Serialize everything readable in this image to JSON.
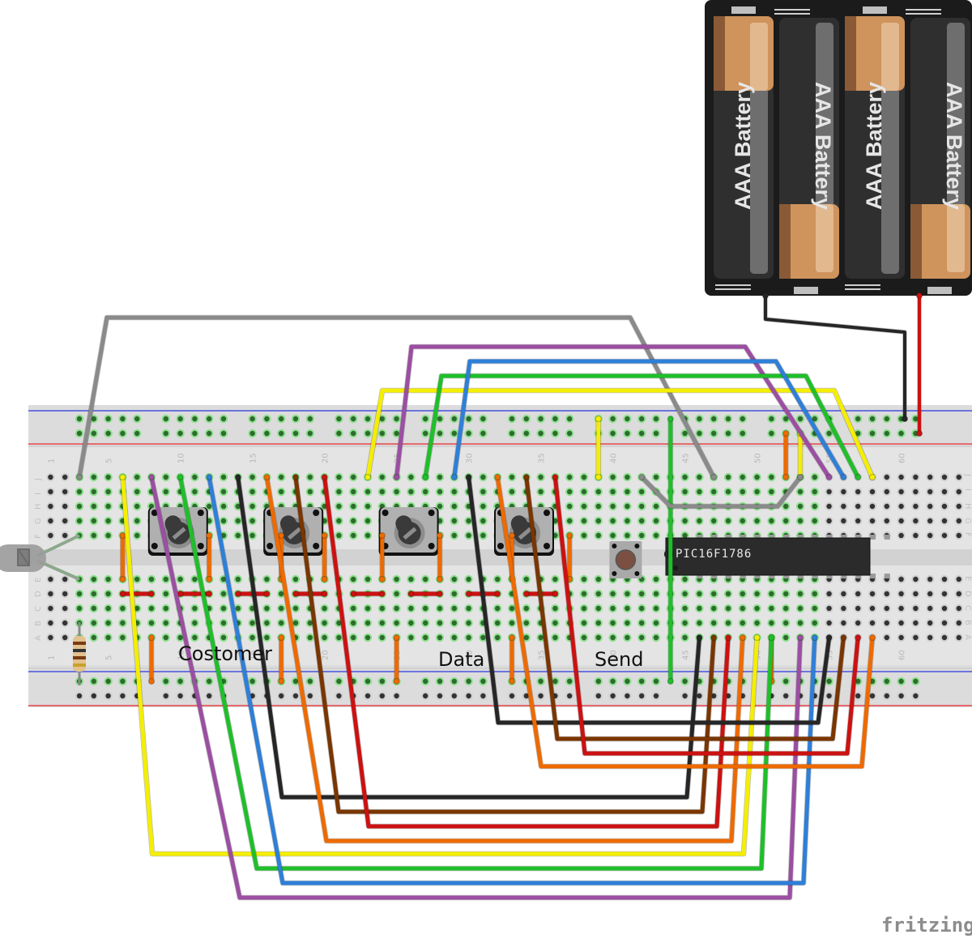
{
  "diagram": {
    "tool_watermark": "fritzing",
    "breadboard": {
      "columns": 64,
      "column_number_labels": [
        "1",
        "5",
        "10",
        "15",
        "20",
        "25",
        "30",
        "35",
        "40",
        "45",
        "50",
        "55",
        "60"
      ],
      "row_labels_top": [
        "J",
        "I",
        "H",
        "G",
        "F"
      ],
      "row_labels_bottom": [
        "E",
        "D",
        "C",
        "B",
        "A"
      ],
      "rail_colors": {
        "positive": "#e8262b",
        "negative": "#2a37e0"
      }
    },
    "labels": [
      {
        "text": "Costomer",
        "near_column": 10
      },
      {
        "text": "Data",
        "near_column": 30
      },
      {
        "text": "Send",
        "near_column": 41
      }
    ],
    "battery_pack": {
      "cells": [
        "AAA Battery",
        "AAA Battery",
        "AAA Battery",
        "AAA Battery"
      ],
      "lead_colors": [
        "#1a1a1a",
        "#cc1111"
      ]
    },
    "microcontroller": {
      "label": "PIC16F1786",
      "pins": 28
    },
    "potentiometers": [
      {
        "name": "pot-1",
        "column": 9
      },
      {
        "name": "pot-2",
        "column": 17
      },
      {
        "name": "pot-3",
        "column": 25
      },
      {
        "name": "pot-4",
        "column": 33
      }
    ],
    "push_button": {
      "name": "send-button",
      "column": 41
    },
    "led": {
      "name": "led",
      "color": "#9a9a9a"
    },
    "resistor": {
      "name": "resistor",
      "bands": [
        "#7a3b12",
        "#333333",
        "#7a3b12",
        "#c9a227"
      ]
    },
    "wire_colors": {
      "gray": "#8a8a8a",
      "yellow": "#f4ee00",
      "purple": "#9b4ea2",
      "green": "#1fbf2a",
      "blue": "#2e7fd8",
      "black": "#262626",
      "orange": "#ee6a00",
      "brown": "#7a3500",
      "red": "#cc1111"
    }
  }
}
